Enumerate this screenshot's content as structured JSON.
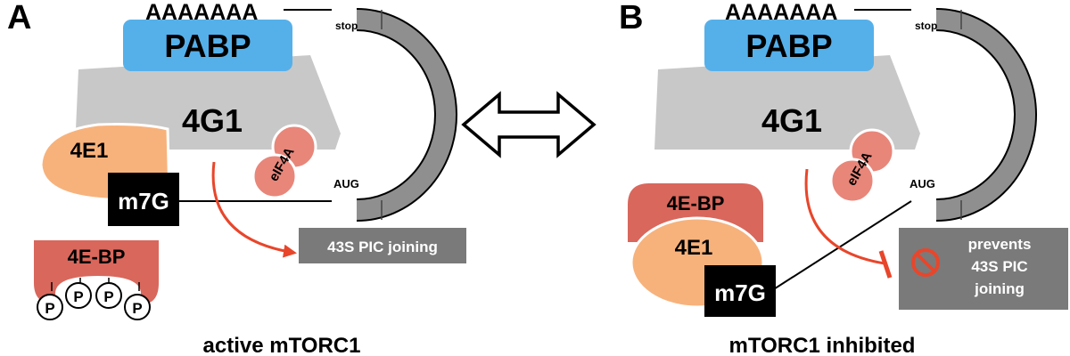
{
  "panel_a": {
    "letter": "A",
    "poly_a": "AAAAAAA",
    "pabp": "PABP",
    "g41": "4G1",
    "e41": "4E1",
    "eif4a": "eIF4A",
    "m7g": "m7G",
    "stop": "stop",
    "aug": "AUG",
    "bp": "4E-BP",
    "phospho": [
      "P",
      "P",
      "P",
      "P"
    ],
    "pic": "43S PIC joining",
    "caption": "active mTORC1"
  },
  "panel_b": {
    "letter": "B",
    "poly_a": "AAAAAAA",
    "pabp": "PABP",
    "g41": "4G1",
    "e41": "4E1",
    "eif4a": "eIF4A",
    "m7g": "m7G",
    "stop": "stop",
    "aug": "AUG",
    "bp": "4E-BP",
    "prevent": [
      "prevents",
      "43S PIC",
      "joining"
    ],
    "caption": "mTORC1 inhibited"
  },
  "colors": {
    "pabp": "#55b0ea",
    "g41": "#c8c8c8",
    "e41": "#f7b27c",
    "eif4a": "#e8867a",
    "bp": "#d9675c",
    "m7g": "#000000",
    "arrow": "#e8462b",
    "box": "#7a7a7a",
    "mrna": "#8f8f8f"
  },
  "icons": {
    "equilibrium": "double-arrow-icon",
    "prohibit": "prohibited-icon"
  }
}
